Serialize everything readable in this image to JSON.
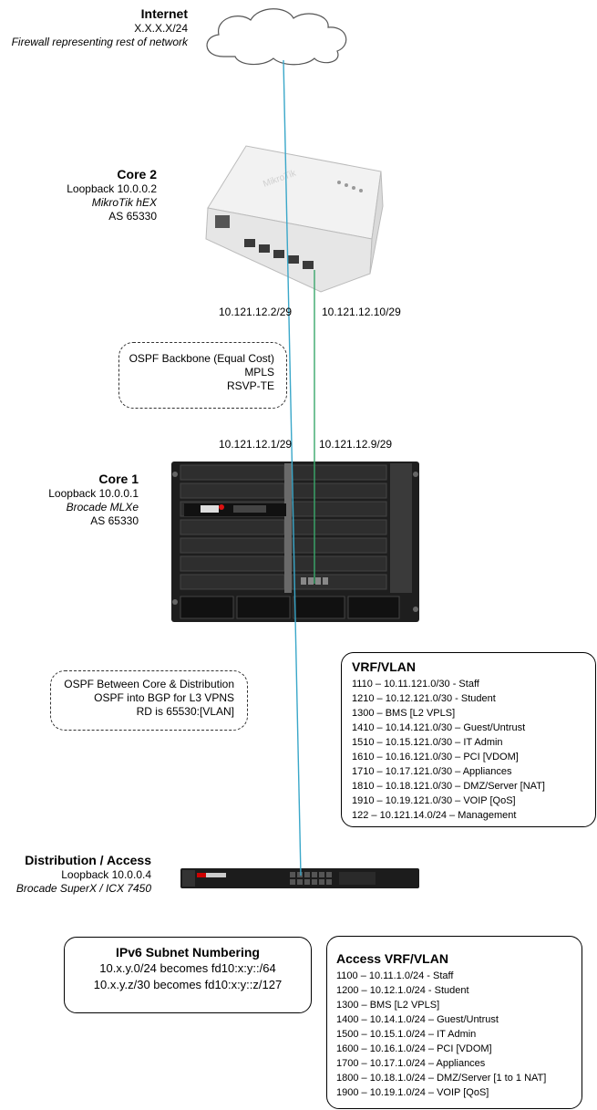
{
  "internet": {
    "title": "Internet",
    "subnet": "X.X.X.X/24",
    "desc": "Firewall representing rest of network"
  },
  "core2": {
    "title": "Core 2",
    "loopback": "Loopback 10.0.0.2",
    "model": "MikroTik hEX",
    "as": "AS 65330"
  },
  "core1": {
    "title": "Core 1",
    "loopback": "Loopback 10.0.0.1",
    "model": "Brocade MLXe",
    "as": "AS 65330"
  },
  "distribution": {
    "title": "Distribution / Access",
    "loopback": "Loopback 10.0.0.4",
    "model": "Brocade SuperX / ICX 7450"
  },
  "links": {
    "core2_left": "10.121.12.2/29",
    "core2_right": "10.121.12.10/29",
    "core1_left": "10.121.12.1/29",
    "core1_right": "10.121.12.9/29"
  },
  "ospf_backbone": {
    "line1": "OSPF Backbone (Equal Cost)",
    "line2": "MPLS",
    "line3": "RSVP-TE"
  },
  "ospf_dist": {
    "line1": "OSPF Between Core & Distribution",
    "line2": "OSPF into BGP for L3 VPNS",
    "line3": "RD is 65530:[VLAN]"
  },
  "vrf_vlan": {
    "title": "VRF/VLAN",
    "items": [
      "1110 – 10.11.121.0/30 - Staff",
      "1210 – 10.12.121.0/30 - Student",
      "1300 – BMS [L2 VPLS]",
      "1410 – 10.14.121.0/30 – Guest/Untrust",
      "1510 – 10.15.121.0/30 – IT Admin",
      "1610 – 10.16.121.0/30 – PCI [VDOM]",
      "1710 – 10.17.121.0/30 – Appliances",
      "1810 – 10.18.121.0/30 – DMZ/Server [NAT]",
      "1910 – 10.19.121.0/30 – VOIP [QoS]",
      "122 – 10.121.14.0/24 – Management"
    ]
  },
  "ipv6": {
    "title": "IPv6 Subnet Numbering",
    "line1": "10.x.y.0/24 becomes fd10:x:y::/64",
    "line2": "10.x.y.z/30 becomes fd10:x:y::z/127"
  },
  "access_vrf": {
    "title": "Access VRF/VLAN",
    "items": [
      "1100 – 10.11.1.0/24 - Staff",
      "1200 – 10.12.1.0/24 - Student",
      "1300 – BMS [L2 VPLS]",
      "1400 – 10.14.1.0/24 – Guest/Untrust",
      "1500 – 10.15.1.0/24 – IT Admin",
      "1600 – 10.16.1.0/24 – PCI [VDOM]",
      "1700 – 10.17.1.0/24 – Appliances",
      "1800 – 10.18.1.0/24 – DMZ/Server [1 to 1 NAT]",
      "1900 – 10.19.1.0/24 – VOIP [QoS]"
    ]
  },
  "colors": {
    "link_blue": "#3aa7c9",
    "link_green": "#3aa86b"
  },
  "icons": {
    "internet": "cloud-icon",
    "core2": "router-icon",
    "core1": "chassis-switch-icon",
    "distribution": "rack-switch-icon"
  }
}
